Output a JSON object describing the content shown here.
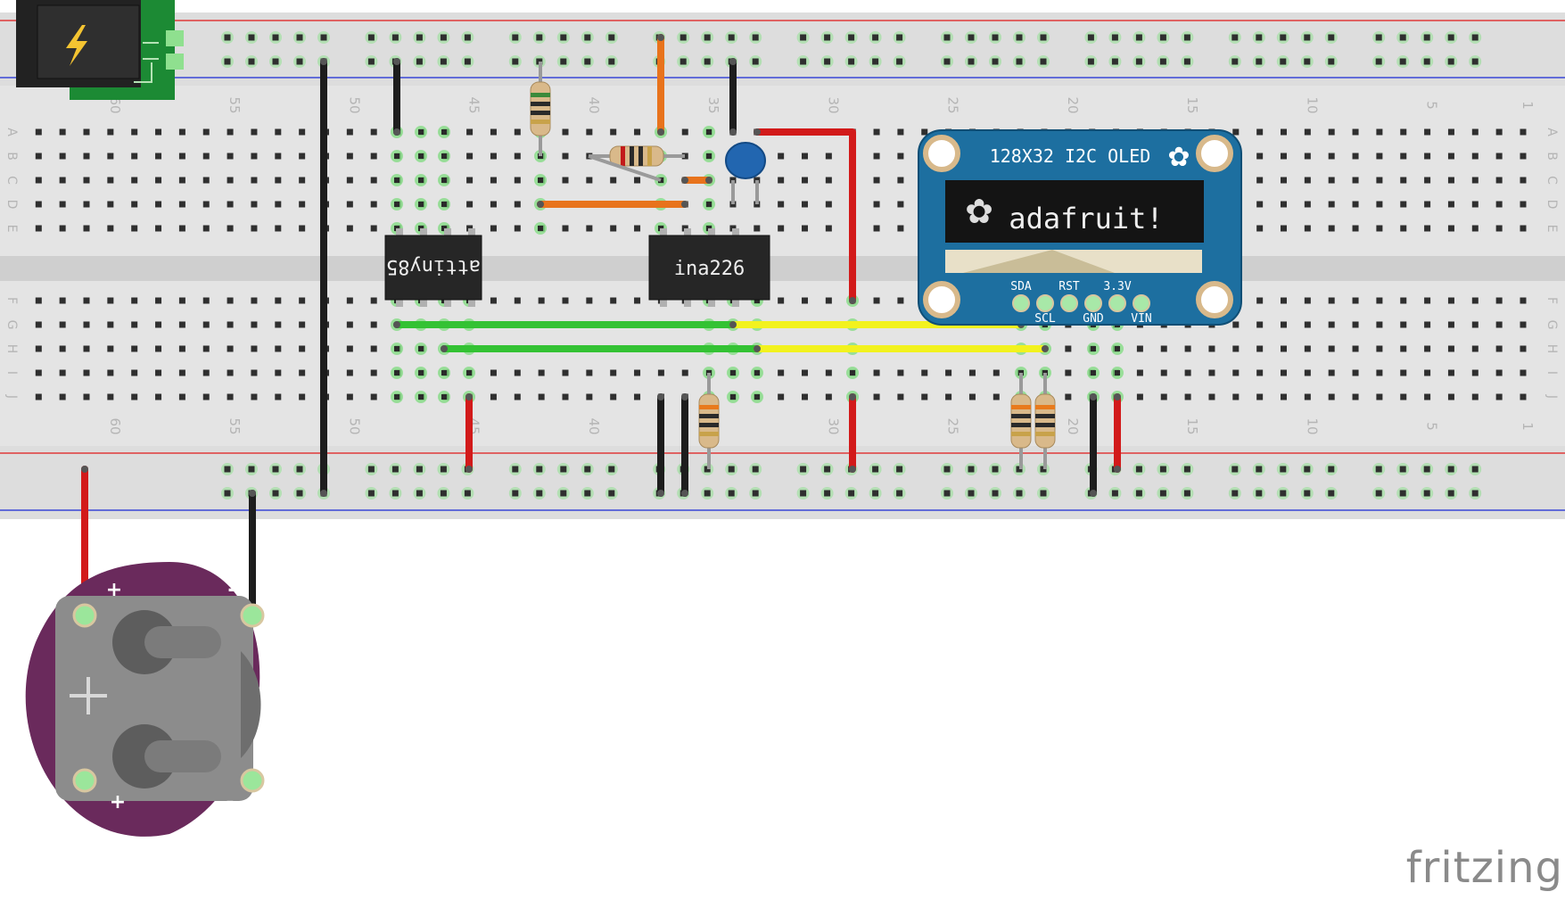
{
  "breadboard": {
    "column_numbers": [
      "60",
      "55",
      "50",
      "45",
      "40",
      "35",
      "30",
      "25",
      "20",
      "15",
      "10",
      "5",
      "1"
    ],
    "row_letters_top": [
      "A",
      "B",
      "C",
      "D",
      "E"
    ],
    "row_letters_bottom": [
      "F",
      "G",
      "H",
      "I",
      "J"
    ]
  },
  "chips": {
    "attiny": "attiny85",
    "ina": "ina226"
  },
  "oled": {
    "title": "128X32 I2C OLED",
    "logo_text": "adafruit!",
    "pins_top": [
      "SDA",
      "RST",
      "3.3V"
    ],
    "pins_bottom": [
      "SCL",
      "GND",
      "VIN"
    ]
  },
  "battery": {
    "plus": "+",
    "minus": "-"
  },
  "watermark": "fritzing",
  "colors": {
    "board": "#e4e4e4",
    "rail_red": "#e03a3a",
    "rail_blue": "#3a47d6",
    "wire_red": "#d21a1a",
    "wire_black": "#1d1d1d",
    "wire_orange": "#e8731c",
    "wire_green": "#33c233",
    "wire_yellow": "#f2f21e",
    "oled_blue": "#1d6fa0",
    "battery_purple": "#6a2a5c",
    "power_green": "#1c8a34"
  }
}
